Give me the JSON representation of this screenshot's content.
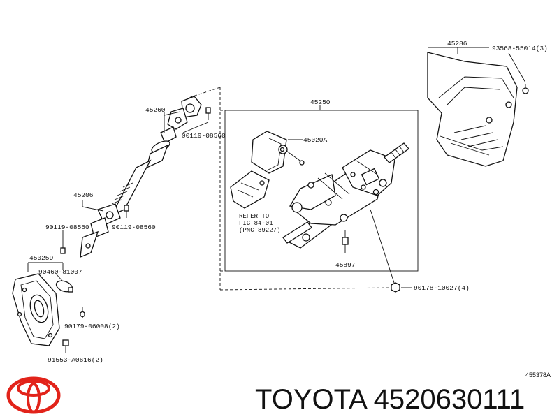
{
  "parts": {
    "p45286": "45286",
    "p93568": "93568-55014(3)",
    "p45260": "45260",
    "p45250": "45250",
    "p90119a": "90119-08560",
    "p45020a": "45020A",
    "p45206": "45206",
    "p90119b": "90119-08560",
    "p90119c": "90119-08560",
    "p45025d": "45025D",
    "p90460": "90460-81007",
    "p90179": "90179-06008(2)",
    "p91553": "91553-A0616(2)",
    "p45897": "45897",
    "p90178": "90178-10027(4)"
  },
  "refer_note": {
    "line1": "REFER TO",
    "line2": "FIG 84-01",
    "line3": "(PNC 89227)"
  },
  "figure_code": "455378A",
  "brand_caption": "TOYOTA 4520630111",
  "colors": {
    "ink": "#111111",
    "logo": "#e2231a",
    "background": "#ffffff"
  },
  "logo_icon": "toyota-logo"
}
